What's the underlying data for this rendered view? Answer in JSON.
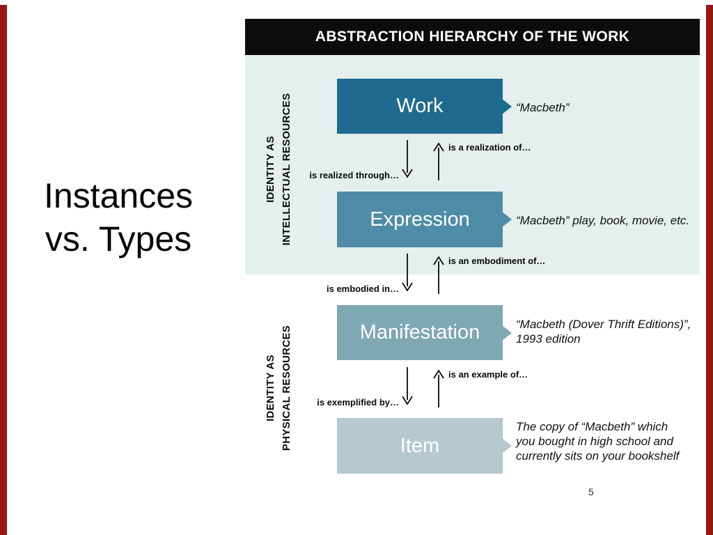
{
  "slide": {
    "title_line1": "Instances",
    "title_line2": "vs. Types",
    "page_number": "5",
    "accent_color": "#9b1414"
  },
  "diagram": {
    "title": "ABSTRACTION HIERARCHY OF THE WORK",
    "panel_color": "#e4efee",
    "section_labels": {
      "intellectual": "IDENTITY AS\nINTELLECTUAL RESOURCES",
      "physical": "IDENTITY AS\nPHYSICAL RESOURCES"
    },
    "levels": [
      {
        "label": "Work",
        "color": "#1f6b8f",
        "annotation": "“Macbeth”"
      },
      {
        "label": "Expression",
        "color": "#4e8ca8",
        "annotation": "“Macbeth” play, book, movie, etc."
      },
      {
        "label": "Manifestation",
        "color": "#7ea8b4",
        "annotation": "“Macbeth (Dover Thrift Editions)”,\n1993 edition"
      },
      {
        "label": "Item",
        "color": "#b5c9cf",
        "annotation": "The copy of “Macbeth” which\nyou bought in high school and\ncurrently sits on your bookshelf"
      }
    ],
    "relations": [
      {
        "down_label": "is realized through…",
        "up_label": "is a realization of…"
      },
      {
        "down_label": "is embodied in…",
        "up_label": "is an embodiment of…"
      },
      {
        "down_label": "is exemplified by…",
        "up_label": "is an example of…"
      }
    ]
  }
}
